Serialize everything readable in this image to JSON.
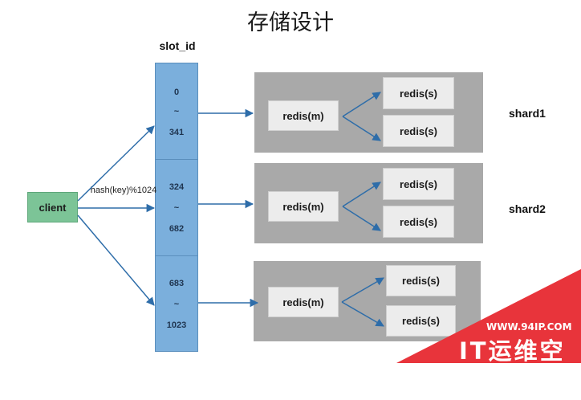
{
  "title": "存储设计",
  "slot_header": "slot_id",
  "client": "client",
  "hash_label": "hash(key)%1024",
  "slots": [
    {
      "start": "0",
      "sep": "~",
      "end": "341"
    },
    {
      "start": "324",
      "sep": "~",
      "end": "682"
    },
    {
      "start": "683",
      "sep": "~",
      "end": "1023"
    }
  ],
  "shards": [
    {
      "label": "shard1",
      "master": "redis(m)",
      "slaves": [
        "redis(s)",
        "redis(s)"
      ]
    },
    {
      "label": "shard2",
      "master": "redis(m)",
      "slaves": [
        "redis(s)",
        "redis(s)"
      ]
    },
    {
      "label": "",
      "master": "redis(m)",
      "slaves": [
        "redis(s)",
        "redis(s)"
      ]
    }
  ],
  "watermark": {
    "site": "WWW.94IP.COM",
    "brand": "IT运维空间"
  },
  "colors": {
    "arrow": "#2e6da9",
    "slot": "#7bafdc",
    "client": "#7cc497",
    "panel": "#a9a9a9",
    "watermark": "#e8343b"
  }
}
